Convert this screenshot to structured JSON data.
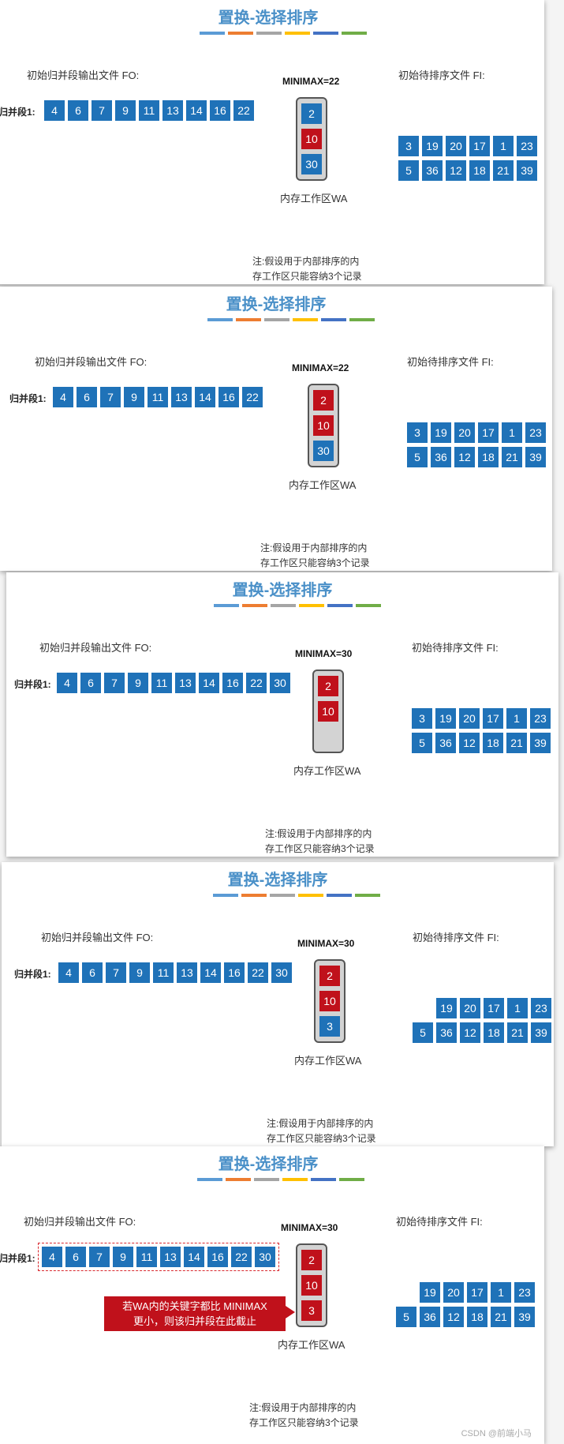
{
  "colors": {
    "title": "#4a90c8",
    "blue_cell": "#1f72b8",
    "red_cell": "#c0111b"
  },
  "colorbar": [
    "#5b9bd5",
    "#ed7d31",
    "#a5a5a5",
    "#ffc000",
    "#4472c4",
    "#70ad47"
  ],
  "slides": [
    {
      "title": "置换-选择排序",
      "fo_label": "初始归并段输出文件 FO:",
      "segment_label": "归并段1:",
      "fo": [
        "4",
        "6",
        "7",
        "9",
        "11",
        "13",
        "14",
        "16",
        "22"
      ],
      "minimax": "MINIMAX=22",
      "wa": [
        {
          "v": "2",
          "c": "blue"
        },
        {
          "v": "10",
          "c": "red"
        },
        {
          "v": "30",
          "c": "blue"
        }
      ],
      "wa_label": "内存工作区WA",
      "fi_label": "初始待排序文件 FI:",
      "fi": [
        [
          "3",
          "19",
          "20",
          "17",
          "1",
          "23"
        ],
        [
          "5",
          "36",
          "12",
          "18",
          "21",
          "39"
        ]
      ],
      "note_line1": "注:假设用于内部排序的内",
      "note_line2": "存工作区只能容纳3个记录"
    },
    {
      "title": "置换-选择排序",
      "fo_label": "初始归并段输出文件 FO:",
      "segment_label": "归并段1:",
      "fo": [
        "4",
        "6",
        "7",
        "9",
        "11",
        "13",
        "14",
        "16",
        "22"
      ],
      "minimax": "MINIMAX=22",
      "wa": [
        {
          "v": "2",
          "c": "red"
        },
        {
          "v": "10",
          "c": "red"
        },
        {
          "v": "30",
          "c": "blue"
        }
      ],
      "wa_label": "内存工作区WA",
      "fi_label": "初始待排序文件 FI:",
      "fi": [
        [
          "3",
          "19",
          "20",
          "17",
          "1",
          "23"
        ],
        [
          "5",
          "36",
          "12",
          "18",
          "21",
          "39"
        ]
      ],
      "note_line1": "注:假设用于内部排序的内",
      "note_line2": "存工作区只能容纳3个记录"
    },
    {
      "title": "置换-选择排序",
      "fo_label": "初始归并段输出文件 FO:",
      "segment_label": "归并段1:",
      "fo": [
        "4",
        "6",
        "7",
        "9",
        "11",
        "13",
        "14",
        "16",
        "22",
        "30"
      ],
      "minimax": "MINIMAX=30",
      "wa": [
        {
          "v": "2",
          "c": "red"
        },
        {
          "v": "10",
          "c": "red"
        }
      ],
      "wa_label": "内存工作区WA",
      "fi_label": "初始待排序文件 FI:",
      "fi": [
        [
          "3",
          "19",
          "20",
          "17",
          "1",
          "23"
        ],
        [
          "5",
          "36",
          "12",
          "18",
          "21",
          "39"
        ]
      ],
      "note_line1": "注:假设用于内部排序的内",
      "note_line2": "存工作区只能容纳3个记录"
    },
    {
      "title": "置换-选择排序",
      "fo_label": "初始归并段输出文件 FO:",
      "segment_label": "归并段1:",
      "fo": [
        "4",
        "6",
        "7",
        "9",
        "11",
        "13",
        "14",
        "16",
        "22",
        "30"
      ],
      "minimax": "MINIMAX=30",
      "wa": [
        {
          "v": "2",
          "c": "red"
        },
        {
          "v": "10",
          "c": "red"
        },
        {
          "v": "3",
          "c": "blue"
        }
      ],
      "wa_label": "内存工作区WA",
      "fi_label": "初始待排序文件 FI:",
      "fi": [
        [
          "",
          "19",
          "20",
          "17",
          "1",
          "23"
        ],
        [
          "5",
          "36",
          "12",
          "18",
          "21",
          "39"
        ]
      ],
      "note_line1": "注:假设用于内部排序的内",
      "note_line2": "存工作区只能容纳3个记录"
    },
    {
      "title": "置换-选择排序",
      "fo_label": "初始归并段输出文件 FO:",
      "segment_label": "归并段1:",
      "fo": [
        "4",
        "6",
        "7",
        "9",
        "11",
        "13",
        "14",
        "16",
        "22",
        "30"
      ],
      "minimax": "MINIMAX=30",
      "wa": [
        {
          "v": "2",
          "c": "red"
        },
        {
          "v": "10",
          "c": "red"
        },
        {
          "v": "3",
          "c": "red"
        }
      ],
      "wa_label": "内存工作区WA",
      "fi_label": "初始待排序文件 FI:",
      "fi": [
        [
          "",
          "19",
          "20",
          "17",
          "1",
          "23"
        ],
        [
          "5",
          "36",
          "12",
          "18",
          "21",
          "39"
        ]
      ],
      "note_line1": "注:假设用于内部排序的内",
      "note_line2": "存工作区只能容纳3个记录",
      "callout_line1": "若WA内的关键字都比 MINIMAX",
      "callout_line2": "更小，则该归并段在此截止"
    }
  ],
  "watermark": "CSDN @前端小马"
}
